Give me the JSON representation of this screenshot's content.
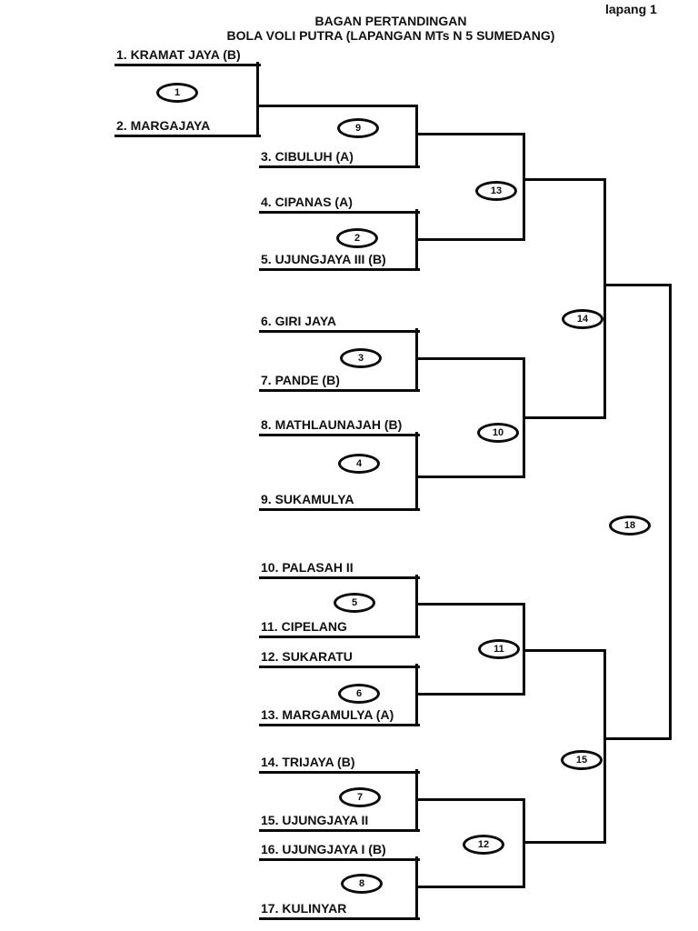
{
  "header": {
    "corner_label": "lapang 1",
    "title_line1": "BAGAN PERTANDINGAN",
    "title_line2": "BOLA VOLI PUTRA (LAPANGAN MTs N 5 SUMEDANG)"
  },
  "bracket": {
    "teams": [
      {
        "label": "1. KRAMAT JAYA (B)"
      },
      {
        "label": "2. MARGAJAYA"
      },
      {
        "label": "3. CIBULUH (A)"
      },
      {
        "label": "4. CIPANAS (A)"
      },
      {
        "label": "5. UJUNGJAYA III (B)"
      },
      {
        "label": "6. GIRI JAYA"
      },
      {
        "label": "7. PANDE (B)"
      },
      {
        "label": "8. MATHLAUNAJAH (B)"
      },
      {
        "label": "9. SUKAMULYA"
      },
      {
        "label": "10. PALASAH II"
      },
      {
        "label": "11. CIPELANG"
      },
      {
        "label": "12. SUKARATU"
      },
      {
        "label": "13. MARGAMULYA (A)"
      },
      {
        "label": "14. TRIJAYA (B)"
      },
      {
        "label": "15. UJUNGJAYA II"
      },
      {
        "label": "16. UJUNGJAYA I (B)"
      },
      {
        "label": "17. KULINYAR"
      }
    ],
    "matches": [
      {
        "num": "1",
        "pairing": "KRAMAT JAYA (B) vs MARGAJAYA"
      },
      {
        "num": "2",
        "pairing": "CIPANAS (A) vs UJUNGJAYA III (B)"
      },
      {
        "num": "3",
        "pairing": "GIRI JAYA vs PANDE (B)"
      },
      {
        "num": "4",
        "pairing": "MATHLAUNAJAH (B) vs SUKAMULYA"
      },
      {
        "num": "5",
        "pairing": "PALASAH II vs CIPELANG"
      },
      {
        "num": "6",
        "pairing": "SUKARATU vs MARGAMULYA (A)"
      },
      {
        "num": "7",
        "pairing": "TRIJAYA (B) vs UJUNGJAYA II"
      },
      {
        "num": "8",
        "pairing": "UJUNGJAYA I (B) vs KULINYAR"
      },
      {
        "num": "9",
        "pairing": "winner of 1 vs CIBULUH (A)"
      },
      {
        "num": "10",
        "pairing": "winner of 3 vs winner of 4"
      },
      {
        "num": "11",
        "pairing": "winner of 5 vs winner of 6"
      },
      {
        "num": "12",
        "pairing": "winner of 7 vs winner of 8"
      },
      {
        "num": "13",
        "pairing": "winner of 9 vs winner of 2"
      },
      {
        "num": "14",
        "pairing": "winner of 13 vs winner of 10"
      },
      {
        "num": "15",
        "pairing": "winner of 11 vs winner of 12"
      },
      {
        "num": "18",
        "pairing": "winner of 14 vs winner of 15"
      }
    ],
    "colors": {
      "line": "#0a0a0a",
      "background": "#ffffff"
    }
  }
}
